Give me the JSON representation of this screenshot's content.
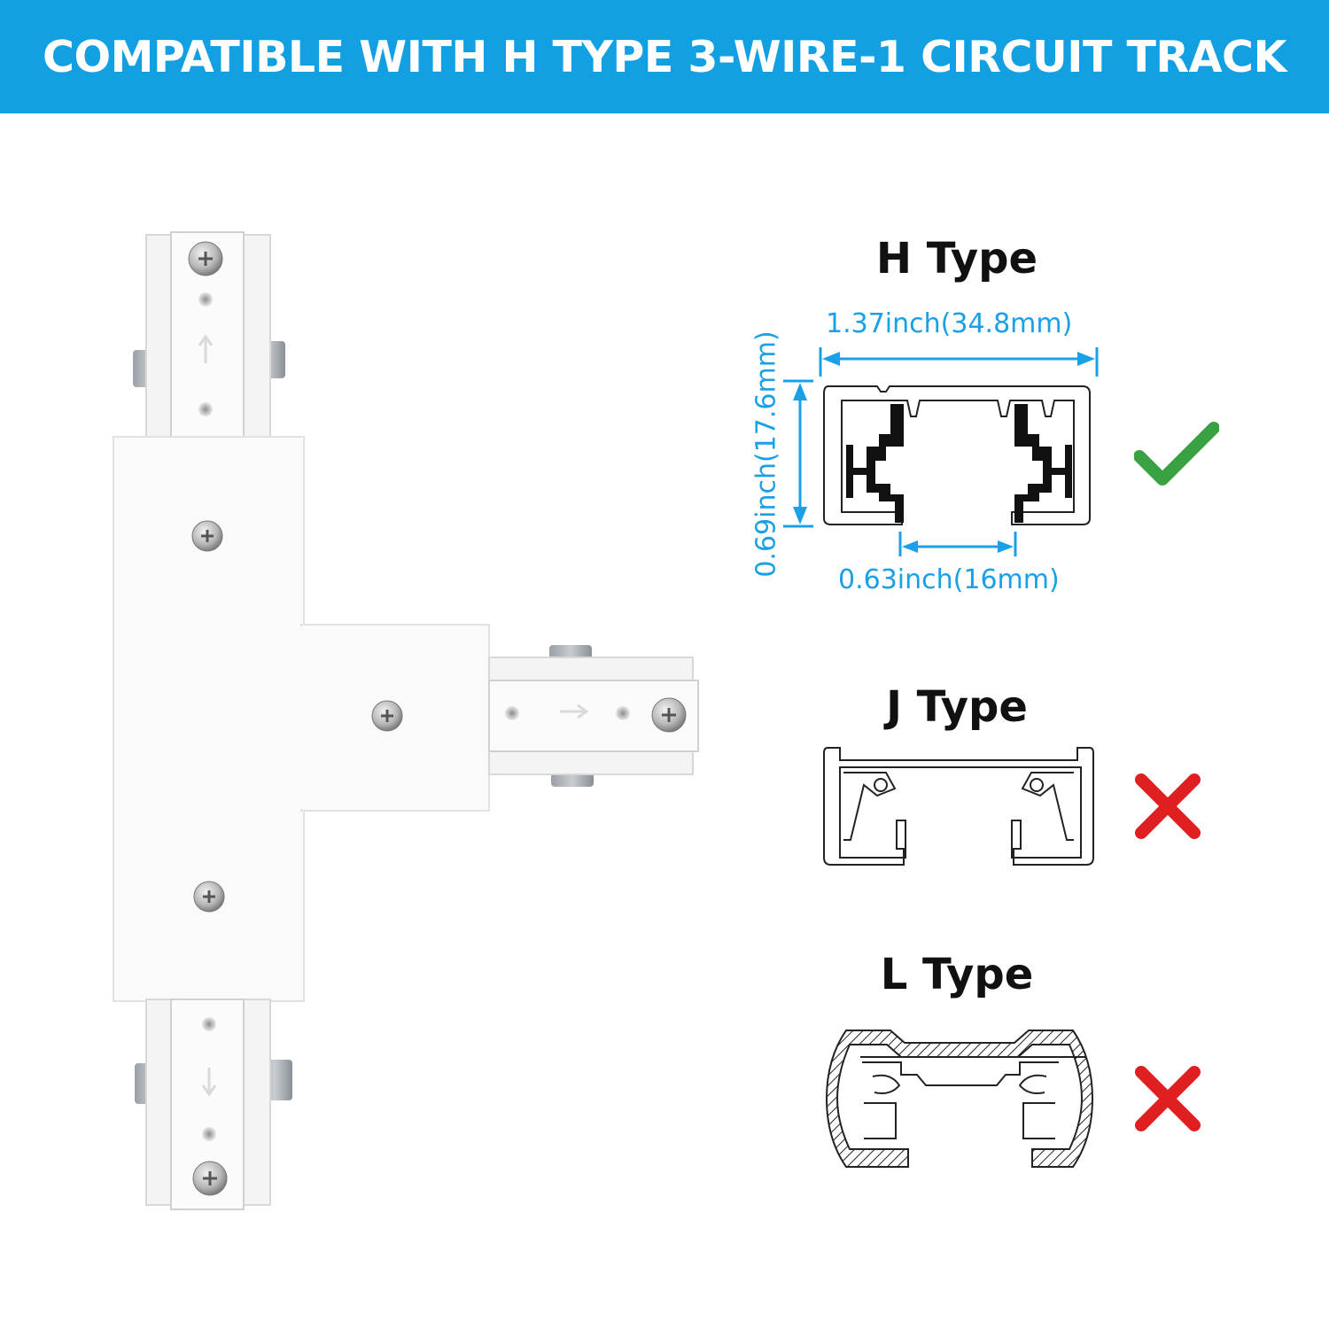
{
  "banner": {
    "title": "COMPATIBLE WITH H TYPE 3-WIRE-1 CIRCUIT TRACK",
    "color": "#13a0e3"
  },
  "product": {
    "name_icon": "t-connector-product-image"
  },
  "types": [
    {
      "label": "H Type",
      "compatible": true,
      "status_icon": "check-icon",
      "status_color": "#3aa142",
      "dimensions": {
        "width": "1.37inch(34.8mm)",
        "height": "0.69inch(17.6mm)",
        "opening": "0.63inch(16mm)"
      }
    },
    {
      "label": "J Type",
      "compatible": false,
      "status_icon": "cross-icon",
      "status_color": "#e02020"
    },
    {
      "label": "L Type",
      "compatible": false,
      "status_icon": "cross-icon",
      "status_color": "#e02020"
    }
  ],
  "dimension_color": "#19a0e6"
}
